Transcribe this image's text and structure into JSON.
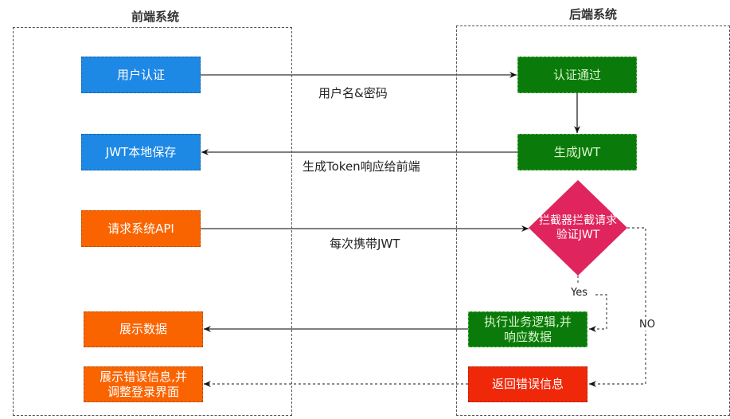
{
  "frontend": {
    "title": "前端系统",
    "nodes": {
      "user_auth": "用户认证",
      "jwt_save": "JWT本地保存",
      "request_api": "请求系统API",
      "show_data": "展示数据",
      "show_error_line1": "展示错误信息,并",
      "show_error_line2": "调整登录界面"
    }
  },
  "backend": {
    "title": "后端系统",
    "nodes": {
      "auth_pass": "认证通过",
      "gen_jwt": "生成JWT",
      "interceptor_line1": "拦截器拦截请求",
      "interceptor_line2": "验证JWT",
      "exec_logic_line1": "执行业务逻辑,并",
      "exec_logic_line2": "响应数据",
      "return_error": "返回错误信息"
    }
  },
  "edges": {
    "username_password": "用户名&密码",
    "token_response": "生成Token响应给前端",
    "carry_jwt": "每次携带JWT",
    "yes": "Yes",
    "no": "NO"
  },
  "colors": {
    "blue": "#1e88e5",
    "orange": "#fa6400",
    "green": "#0a7a0a",
    "red": "#f0280a",
    "diamond": "#e0245e"
  }
}
